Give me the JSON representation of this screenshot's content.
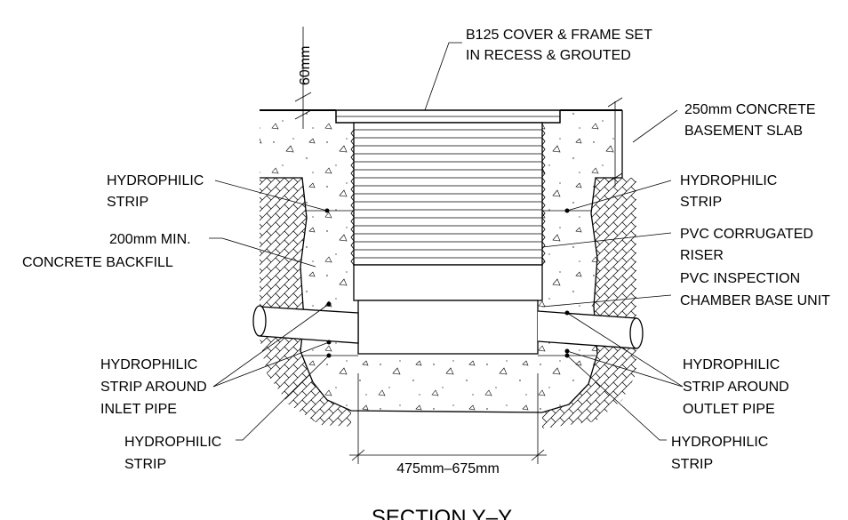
{
  "labels": {
    "cover_line1": "B125 COVER & FRAME SET",
    "cover_line2": "IN RECESS & GROUTED",
    "dim_60": "60mm",
    "slab_line1": "250mm CONCRETE",
    "slab_line2": "BASEMENT SLAB",
    "strip_left_top_1": "HYDROPHILIC",
    "strip_left_top_2": "STRIP",
    "strip_right_top_1": "HYDROPHILIC",
    "strip_right_top_2": "STRIP",
    "backfill_1": "200mm MIN.",
    "backfill_2": "CONCRETE BACKFILL",
    "riser_1": "PVC CORRUGATED",
    "riser_2": "RISER",
    "base_1": "PVC INSPECTION",
    "base_2": "CHAMBER BASE UNIT",
    "inlet_1": "HYDROPHILIC",
    "inlet_2": "STRIP AROUND",
    "inlet_3": "INLET PIPE",
    "outlet_1": "HYDROPHILIC",
    "outlet_2": "STRIP AROUND",
    "outlet_3": "OUTLET PIPE",
    "strip_left_bot_1": "HYDROPHILIC",
    "strip_left_bot_2": "STRIP",
    "strip_right_bot_1": "HYDROPHILIC",
    "strip_right_bot_2": "STRIP",
    "dim_width": "475mm–675mm",
    "section_title": "SECTION Y–Y"
  }
}
